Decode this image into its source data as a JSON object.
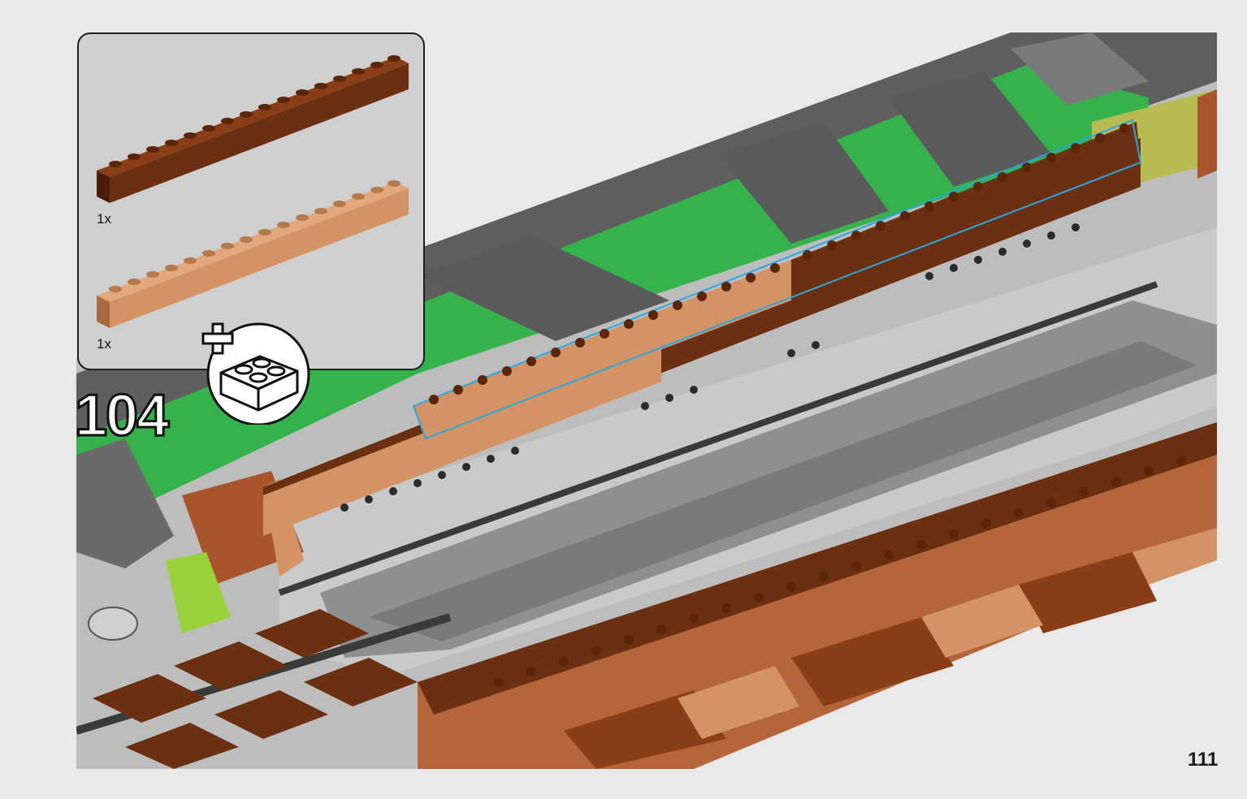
{
  "step": {
    "number": "104"
  },
  "page": {
    "number": "111"
  },
  "parts": [
    {
      "quantity": "1x",
      "color_name": "reddish-brown",
      "color": "#6b2f12"
    },
    {
      "quantity": "1x",
      "color_name": "medium-nougat",
      "color": "#d39364"
    }
  ],
  "badge": {
    "icon": "add-brick-icon"
  },
  "colors": {
    "background": "#e9e9e9",
    "callout_bg": "#cfcfcf",
    "green_plate": "#33b04a",
    "dark_gray": "#5a5a5a",
    "light_gray": "#b8b8b8",
    "brown": "#6b2f12",
    "nougat": "#d39364",
    "highlight": "#2aa7e0"
  }
}
